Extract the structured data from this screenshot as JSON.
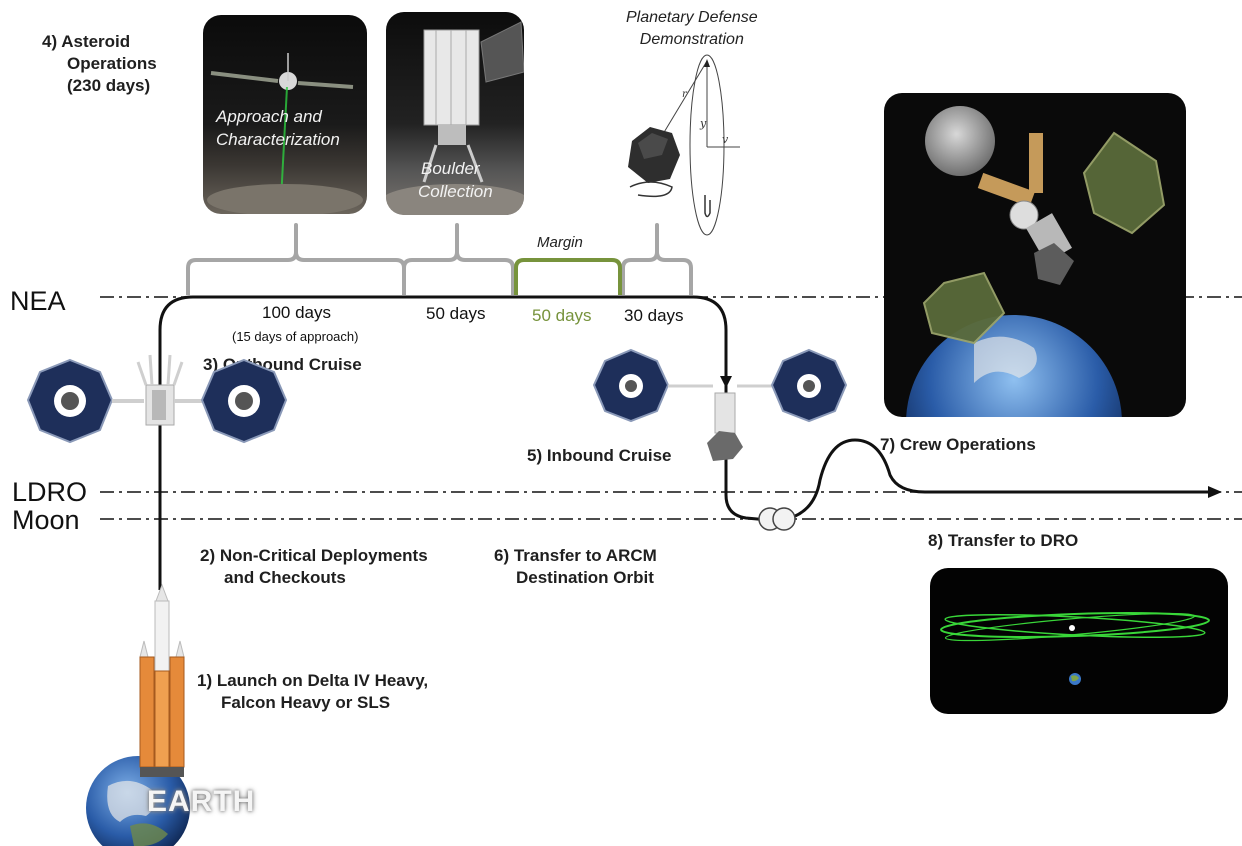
{
  "levels": {
    "nea": "NEA",
    "ldro": "LDRO",
    "moon": "Moon"
  },
  "steps": {
    "s1_line1": "1) Launch on Delta IV Heavy,",
    "s1_line2": "Falcon Heavy or SLS",
    "s2_line1": "2) Non-Critical Deployments",
    "s2_line2": "and Checkouts",
    "s3": "3) Outbound Cruise",
    "s4_line1": "4) Asteroid",
    "s4_line2": "Operations",
    "s4_line3": "(230 days)",
    "s5": "5) Inbound Cruise",
    "s6_line1": "6) Transfer to ARCM",
    "s6_line2": "Destination Orbit",
    "s7": "7) Crew Operations",
    "s8": "8) Transfer to DRO"
  },
  "phases": {
    "p1_days": "100 days",
    "p1_note": "(15 days of approach)",
    "p2_days": "50 days",
    "p3_days": "50 days",
    "p3_label": "Margin",
    "p4_days": "30 days"
  },
  "images": {
    "approach_line1": "Approach and",
    "approach_line2": "Characterization",
    "boulder_line1": "Boulder",
    "boulder_line2": "Collection",
    "pd_line1": "Planetary Defense",
    "pd_line2": "Demonstration",
    "earth_label": "EARTH"
  },
  "colors": {
    "bracket_gray": "#a6a6a6",
    "margin_green": "#77933c",
    "orbit_green": "#39d639",
    "trajectory": "#111111"
  }
}
